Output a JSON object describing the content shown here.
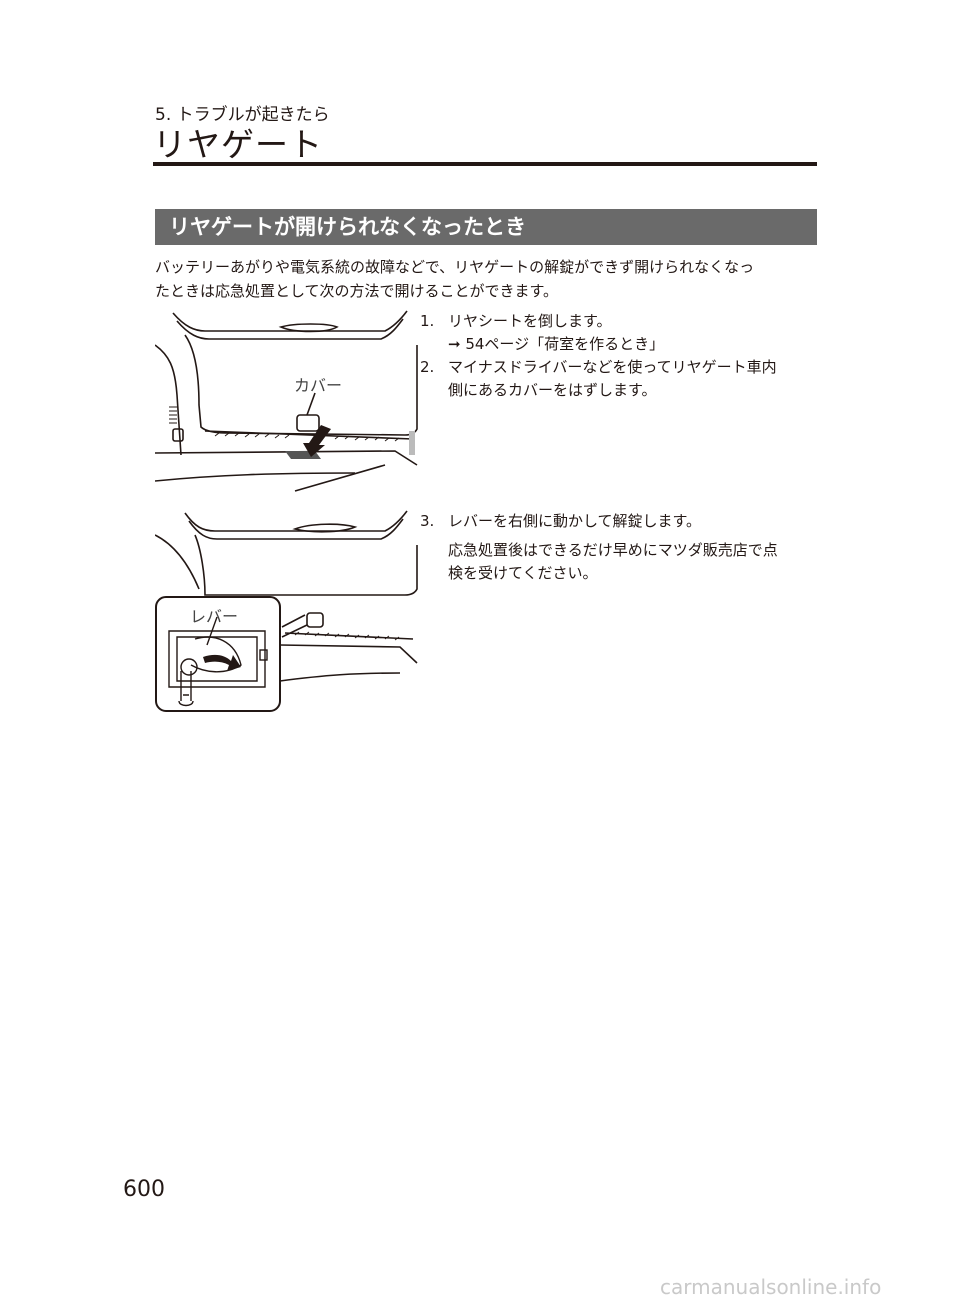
{
  "header": {
    "chapter": "5. トラブルが起きたら",
    "title": "リヤゲート"
  },
  "section": {
    "heading": "リヤゲートが開けられなくなったとき",
    "intro_line1": "バッテリーあがりや電気系統の故障などで、リヤゲートの解錠ができず開けられなくなっ",
    "intro_line2": "たときは応急処置として次の方法で開けることができます。"
  },
  "steps": [
    {
      "number": "1.",
      "text": "リヤシートを倒します。",
      "ref": "➞ 54ページ「荷室を作るとき」"
    },
    {
      "number": "2.",
      "text_line1": "マイナスドライバーなどを使ってリヤゲート車内",
      "text_line2": "側にあるカバーをはずします。"
    },
    {
      "number": "3.",
      "text": "レバーを右側に動かして解錠します。",
      "note_line1": "応急処置後はできるだけ早めにマツダ販売店で点",
      "note_line2": "検を受けてください。"
    }
  ],
  "figures": {
    "fig1_label": "カバー",
    "fig2_label": "レバー"
  },
  "page_number": "600",
  "watermark": "carmanualsonline.info"
}
